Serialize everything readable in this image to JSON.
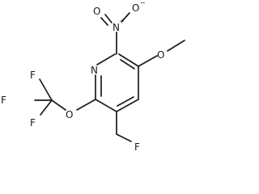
{
  "molecule": {
    "atoms": {
      "nitro_o_top": "O",
      "nitro_o_charge": "−",
      "nitro_n": "N",
      "nitro_n_charge": "+",
      "nitro_o_left": "O",
      "methoxy_o": "O",
      "ring_n": "N",
      "ocf3_o": "O",
      "f_top": "F",
      "f_left": "F",
      "f_bottom": "F",
      "ch2f_f": "F"
    }
  }
}
